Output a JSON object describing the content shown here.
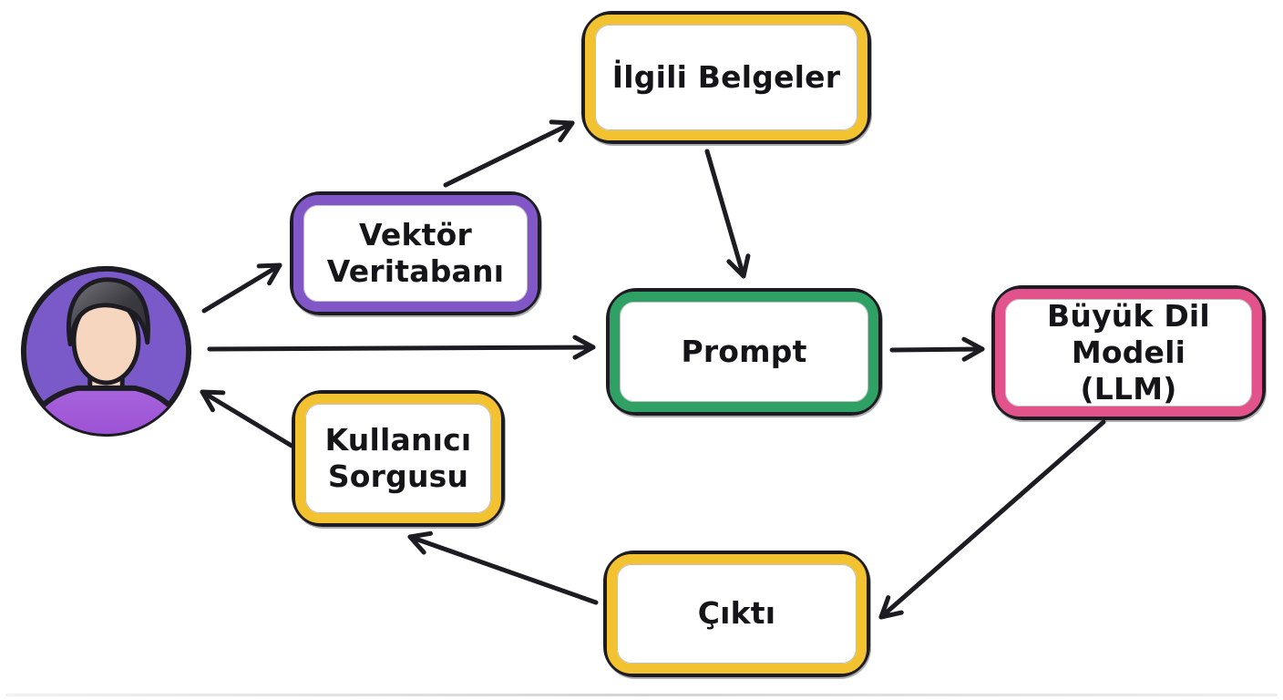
{
  "diagram": {
    "language": "Turkish",
    "nodes": [
      {
        "id": "ilgili-belgeler",
        "label": "İlgili Belgeler",
        "border_color": "#F2C230"
      },
      {
        "id": "vektor-veritabani",
        "label": "Vektör Veritabanı",
        "border_color": "#8157C7"
      },
      {
        "id": "prompt",
        "label": "Prompt",
        "border_color": "#2FA164"
      },
      {
        "id": "buyuk-dil-modeli",
        "label": "Büyük Dil Modeli (LLM)",
        "border_color": "#E2538C"
      },
      {
        "id": "kullanici-sorgusu",
        "label": "Kullanıcı Sorgusu",
        "border_color": "#F2C230"
      },
      {
        "id": "cikti",
        "label": "Çıktı",
        "border_color": "#F2C230"
      }
    ],
    "actor": {
      "id": "user",
      "type": "person-avatar"
    },
    "edges": [
      {
        "from": "user",
        "to": "vektor-veritabani"
      },
      {
        "from": "vektor-veritabani",
        "to": "ilgili-belgeler"
      },
      {
        "from": "ilgili-belgeler",
        "to": "prompt"
      },
      {
        "from": "user",
        "to": "prompt"
      },
      {
        "from": "prompt",
        "to": "buyuk-dil-modeli"
      },
      {
        "from": "buyuk-dil-modeli",
        "to": "cikti"
      },
      {
        "from": "cikti",
        "to": "kullanici-sorgusu"
      },
      {
        "from": "kullanici-sorgusu",
        "to": "user"
      }
    ],
    "colors": {
      "outline": "#1c1c22",
      "arrow": "#1c1c22",
      "background": "#ffffff",
      "avatar_circle": "#7a5ac8",
      "avatar_shirt": "#a763dd",
      "avatar_hair_dark": "#2e2e34",
      "avatar_hair_light": "#76767c",
      "avatar_skin": "#f6d6be"
    }
  }
}
